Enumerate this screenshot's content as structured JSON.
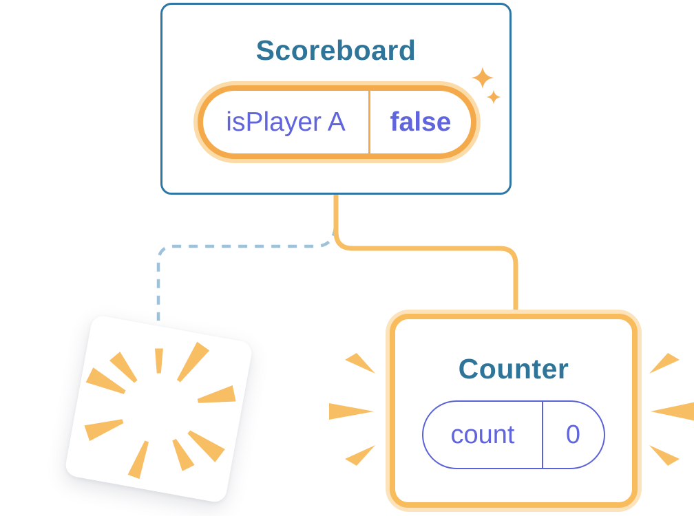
{
  "palette": {
    "background": "#FFFFFF",
    "card_border_blue": "#2F76A4",
    "title_blue": "#2E7599",
    "state_text_indigo": "#6065DD",
    "state_pill_border_indigo": "#5B62D8",
    "pill_ring_orange": "#F4A94B",
    "pill_halo_orange": "#FBDCA9",
    "connector_orange": "#F8BE63",
    "counter_border_orange": "#F9BC5C",
    "counter_halo_orange": "#FCE3BC",
    "dashed_line_blue": "#9FC2DB",
    "burst_orange": "#F8BE63",
    "sparkle_orange": "#F5B057"
  },
  "scoreboard": {
    "title": "Scoreboard",
    "state": {
      "name": "isPlayer A",
      "value": "false"
    }
  },
  "counter": {
    "title": "Counter",
    "state": {
      "name": "count",
      "value": "0"
    }
  },
  "icons": {
    "sparkles": "sparkle-icon",
    "destroyed_burst": "burst-icon",
    "emphasis_rays": "emphasis-ray-icon"
  }
}
